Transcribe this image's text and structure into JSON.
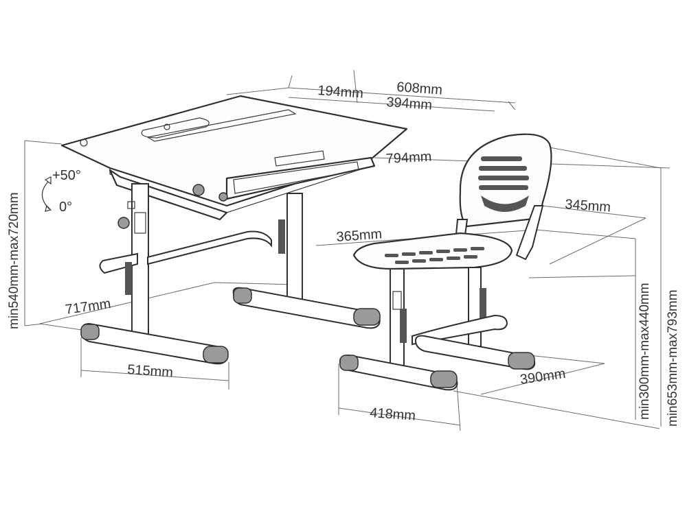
{
  "dimensions": {
    "desk_depth_total": "608mm",
    "desk_depth_front": "194mm",
    "desk_depth_back": "394mm",
    "desk_width": "794mm",
    "desk_tilt_up": "+50°",
    "desk_tilt_flat": "0°",
    "desk_height": "min540mm-max720mm",
    "desk_base_depth": "717mm",
    "desk_base_width": "515mm",
    "chair_back_width": "345mm",
    "chair_seat_width": "365mm",
    "chair_seat_height": "min300mm-max440mm",
    "chair_total_height": "min653mm-max793mm",
    "chair_base_depth": "390mm",
    "chair_base_width": "418mm"
  }
}
